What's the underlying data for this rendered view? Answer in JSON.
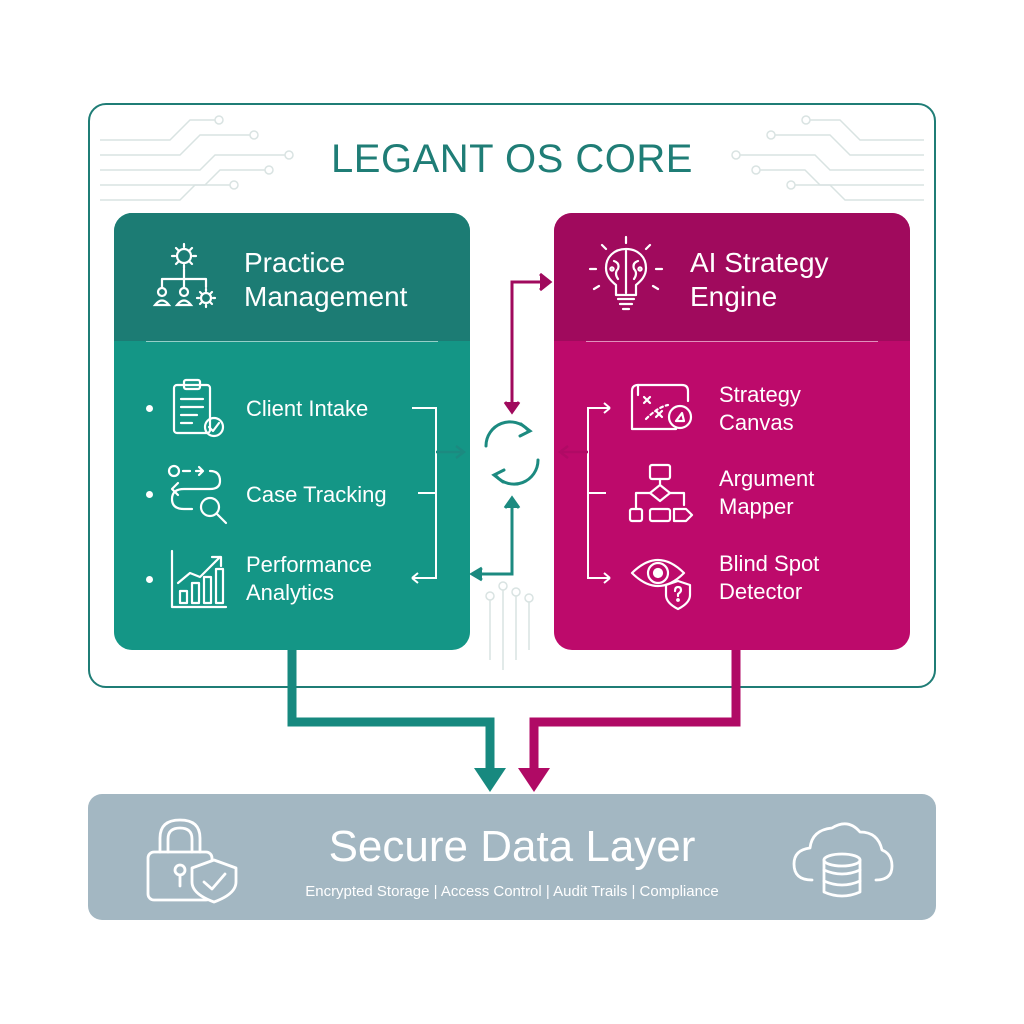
{
  "title": "LEGANT OS CORE",
  "practice_management": {
    "title_line1": "Practice",
    "title_line2": "Management",
    "items": [
      {
        "label": "Client Intake",
        "icon": "clipboard-check-icon"
      },
      {
        "label": "Case Tracking",
        "icon": "workflow-search-icon"
      },
      {
        "label_line1": "Performance",
        "label_line2": "Analytics",
        "icon": "bar-chart-trend-icon"
      }
    ]
  },
  "ai_strategy_engine": {
    "title_line1": "AI Strategy",
    "title_line2": "Engine",
    "items": [
      {
        "label_line1": "Strategy",
        "label_line2": "Canvas",
        "icon": "strategy-map-icon"
      },
      {
        "label_line1": "Argument",
        "label_line2": "Mapper",
        "icon": "flowchart-icon"
      },
      {
        "label_line1": "Blind Spot",
        "label_line2": "Detector",
        "icon": "eye-shield-icon"
      }
    ]
  },
  "data_layer": {
    "title": "Secure Data Layer",
    "subtitle": "Encrypted Storage | Access Control | Audit Trails | Compliance"
  },
  "colors": {
    "teal": "#149686",
    "teal_dark": "#1c7c74",
    "magenta": "#bd0a6b",
    "magenta_dark": "#a00a5d",
    "data_layer": "#a3b7c2"
  }
}
